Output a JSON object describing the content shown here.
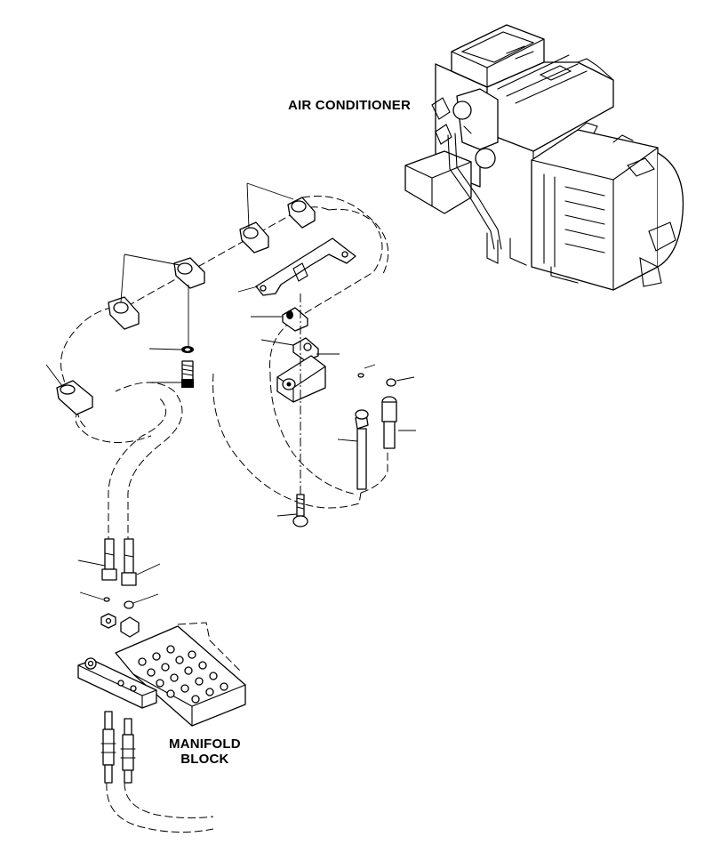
{
  "labels": {
    "air_conditioner": "AIR CONDITIONER",
    "manifold_line1": "MANIFOLD",
    "manifold_line2": "BLOCK"
  },
  "colors": {
    "line": "#000000",
    "background": "#ffffff"
  }
}
